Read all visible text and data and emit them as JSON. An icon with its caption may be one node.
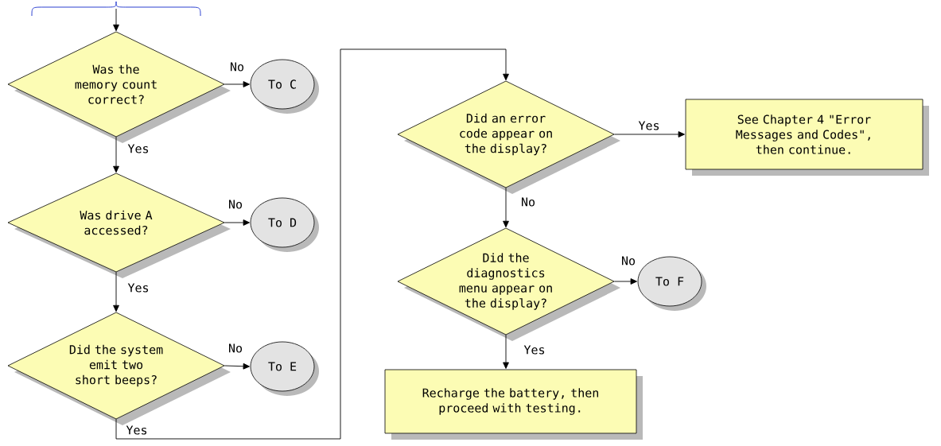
{
  "diagram": {
    "nodes": [
      {
        "text": [],
        "shape": "bracket"
      },
      {
        "text": [
          "Was the memory count correct?"
        ]
      },
      {
        "text": [
          "To C"
        ]
      },
      {
        "text": [
          "Was drive A accessed?"
        ]
      },
      {
        "text": [
          "To D"
        ]
      },
      {
        "text": [
          "Did the system emit two short beeps?"
        ]
      },
      {
        "text": [
          "To E"
        ]
      },
      {
        "text": [
          "Did an error code appear on the display?"
        ]
      },
      {
        "text": [
          "See Chapter 4 \"Error Messages and Codes\", then continue."
        ]
      },
      {
        "text": [
          "Did the diagnostics menu appear on the display?"
        ]
      },
      {
        "text": [
          "To F"
        ]
      },
      {
        "text": [
          "Recharge the battery, then proceed with testing."
        ]
      }
    ],
    "edges": [
      {
        "from": 0,
        "to": 1,
        "arrow": "to"
      },
      {
        "from": 1,
        "to": 2,
        "arrow": "to",
        "label": "No"
      },
      {
        "from": 1,
        "to": 3,
        "arrow": "to",
        "label": "Yes"
      },
      {
        "from": 3,
        "to": 4,
        "arrow": "to",
        "label": "No"
      },
      {
        "from": 3,
        "to": 5,
        "arrow": "to",
        "label": "Yes"
      },
      {
        "from": 5,
        "to": 6,
        "arrow": "to",
        "label": "No"
      },
      {
        "from": 5,
        "to": 7,
        "arrow": "to",
        "label": "Yes"
      },
      {
        "from": 7,
        "to": 8,
        "arrow": "to",
        "label": "Yes"
      },
      {
        "from": 7,
        "to": 9,
        "arrow": "to",
        "label": "No"
      },
      {
        "from": 9,
        "to": 10,
        "arrow": "to",
        "label": "No"
      },
      {
        "from": 9,
        "to": 11,
        "arrow": "to",
        "label": "Yes"
      }
    ]
  }
}
